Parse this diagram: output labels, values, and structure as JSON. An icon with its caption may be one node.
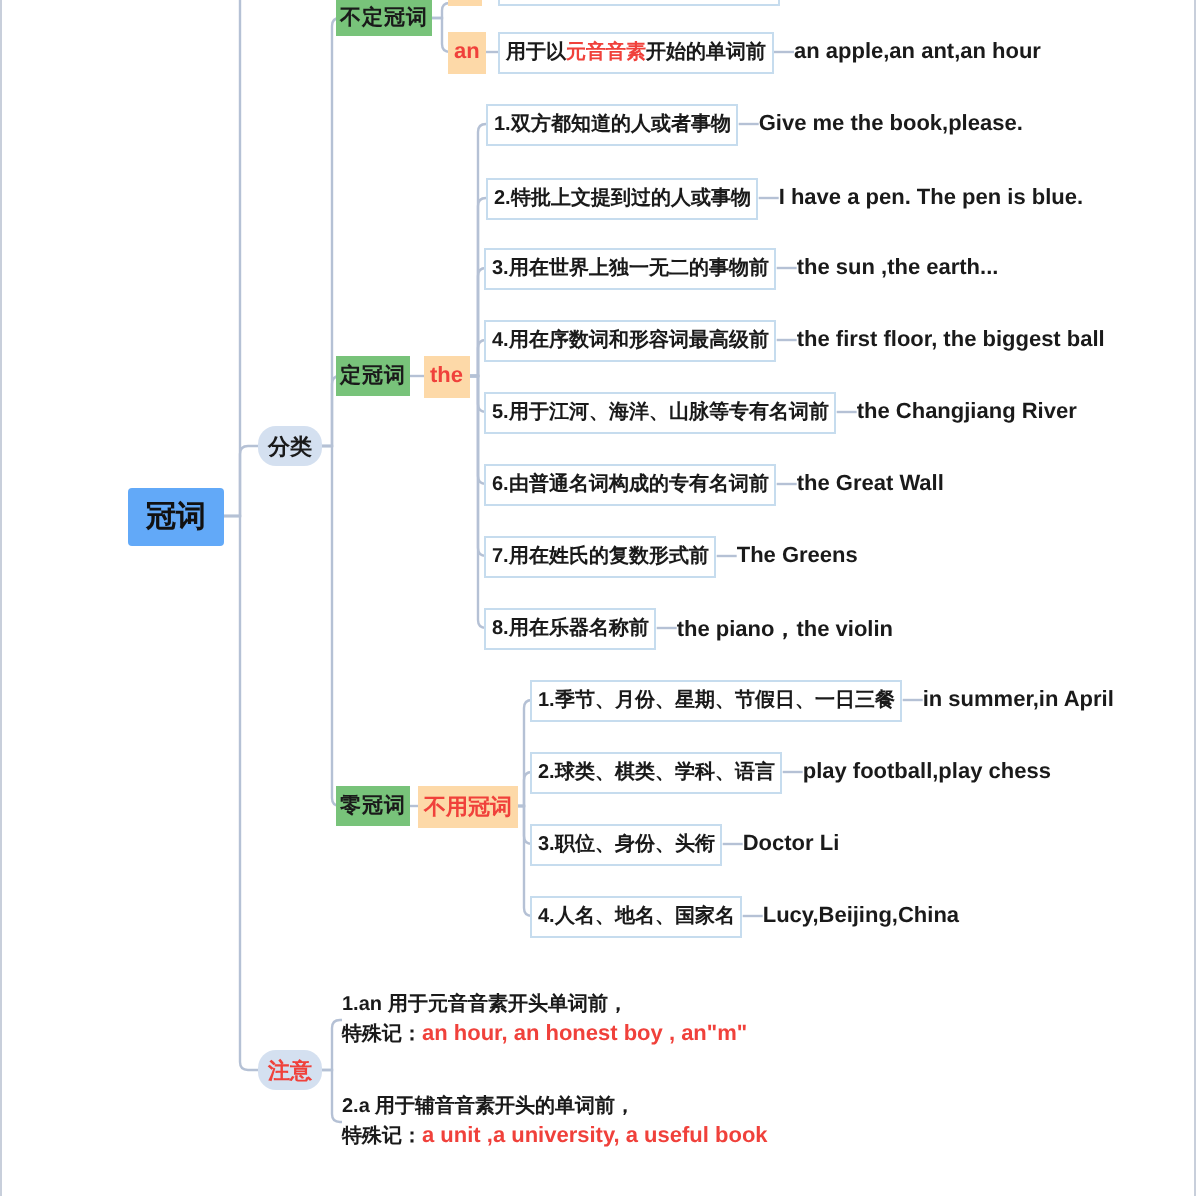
{
  "diagram": {
    "nodes": [
      {
        "text": [
          "冠词"
        ]
      },
      {
        "text": [
          "分类"
        ]
      },
      {
        "text": [
          "不定冠词"
        ]
      },
      {
        "text": [],
        "shape": "box"
      },
      {
        "text": [],
        "shape": "box"
      },
      {
        "text": [
          "an"
        ]
      },
      {
        "text": [
          "用于以",
          "元音音素",
          "开始的单词前"
        ]
      },
      {
        "text": [
          "an apple,an ant,an hour"
        ]
      },
      {
        "text": [
          "定冠词"
        ]
      },
      {
        "text": [
          "the"
        ]
      },
      {
        "text": [
          "1.双方都知道的人或者事物"
        ]
      },
      {
        "text": [
          "Give me the book,please."
        ]
      },
      {
        "text": [
          "2.特批上文提到过的人或事物"
        ]
      },
      {
        "text": [
          "I have a pen. The pen is blue."
        ]
      },
      {
        "text": [
          "3.用在世界上独一无二的事物前"
        ]
      },
      {
        "text": [
          "the sun ,the earth..."
        ]
      },
      {
        "text": [
          "4.用在序数词和形容词最高级前"
        ]
      },
      {
        "text": [
          "the first floor, the biggest ball"
        ]
      },
      {
        "text": [
          "5.用于江河、海洋、山脉等专有名词前"
        ]
      },
      {
        "text": [
          "the Changjiang River"
        ]
      },
      {
        "text": [
          "6.由普通名词构成的专有名词前"
        ]
      },
      {
        "text": [
          "the Great Wall"
        ]
      },
      {
        "text": [
          "7.用在姓氏的复数形式前"
        ]
      },
      {
        "text": [
          "The Greens"
        ]
      },
      {
        "text": [
          "8.用在乐器名称前"
        ]
      },
      {
        "text": [
          "the piano，the violin"
        ]
      },
      {
        "text": [
          "零冠词"
        ]
      },
      {
        "text": [
          "不用冠词"
        ]
      },
      {
        "text": [
          "1.季节、月份、星期、节假日、一日三餐"
        ]
      },
      {
        "text": [
          "in summer,in April"
        ]
      },
      {
        "text": [
          "2.球类、棋类、学科、语言"
        ]
      },
      {
        "text": [
          "play football,play chess"
        ]
      },
      {
        "text": [
          "3.职位、身份、头衔"
        ]
      },
      {
        "text": [
          "Doctor Li"
        ]
      },
      {
        "text": [
          "4.人名、地名、国家名"
        ]
      },
      {
        "text": [
          "Lucy,Beijing,China"
        ]
      },
      {
        "text": [
          "注意"
        ]
      },
      {
        "text": [
          "1.an 用于元音音素开头单词前，",
          "特殊记：",
          "an hour, an honest boy , an\"m\""
        ]
      },
      {
        "text": [
          "2.a 用于辅音音素开头的单词前，",
          "特殊记：",
          "a unit ,a university, a useful book"
        ]
      }
    ],
    "edges": [
      {
        "from": 0,
        "to": null,
        "arrow": "none"
      },
      {
        "from": 0,
        "to": 1,
        "arrow": "none"
      },
      {
        "from": 1,
        "to": 2,
        "arrow": "none"
      },
      {
        "from": 2,
        "to": 3,
        "arrow": "none"
      },
      {
        "from": 2,
        "to": 5,
        "arrow": "none"
      },
      {
        "from": 5,
        "to": 6,
        "arrow": "none"
      },
      {
        "from": 6,
        "to": 7,
        "arrow": "none"
      },
      {
        "from": 1,
        "to": 8,
        "arrow": "none"
      },
      {
        "from": 8,
        "to": 9,
        "arrow": "none"
      },
      {
        "from": 9,
        "to": 10,
        "arrow": "none"
      },
      {
        "from": 10,
        "to": 11,
        "arrow": "none"
      },
      {
        "from": 9,
        "to": 12,
        "arrow": "none"
      },
      {
        "from": 12,
        "to": 13,
        "arrow": "none"
      },
      {
        "from": 9,
        "to": 14,
        "arrow": "none"
      },
      {
        "from": 14,
        "to": 15,
        "arrow": "none"
      },
      {
        "from": 9,
        "to": 16,
        "arrow": "none"
      },
      {
        "from": 16,
        "to": 17,
        "arrow": "none"
      },
      {
        "from": 9,
        "to": 18,
        "arrow": "none"
      },
      {
        "from": 18,
        "to": 19,
        "arrow": "none"
      },
      {
        "from": 9,
        "to": 20,
        "arrow": "none"
      },
      {
        "from": 20,
        "to": 21,
        "arrow": "none"
      },
      {
        "from": 9,
        "to": 22,
        "arrow": "none"
      },
      {
        "from": 22,
        "to": 23,
        "arrow": "none"
      },
      {
        "from": 9,
        "to": 24,
        "arrow": "none"
      },
      {
        "from": 24,
        "to": 25,
        "arrow": "none"
      },
      {
        "from": 1,
        "to": 26,
        "arrow": "none"
      },
      {
        "from": 26,
        "to": 27,
        "arrow": "none"
      },
      {
        "from": 27,
        "to": 28,
        "arrow": "none"
      },
      {
        "from": 28,
        "to": 29,
        "arrow": "none"
      },
      {
        "from": 27,
        "to": 30,
        "arrow": "none"
      },
      {
        "from": 30,
        "to": 31,
        "arrow": "none"
      },
      {
        "from": 27,
        "to": 32,
        "arrow": "none"
      },
      {
        "from": 32,
        "to": 33,
        "arrow": "none"
      },
      {
        "from": 27,
        "to": 34,
        "arrow": "none"
      },
      {
        "from": 34,
        "to": 35,
        "arrow": "none"
      },
      {
        "from": 0,
        "to": 36,
        "arrow": "none"
      },
      {
        "from": 36,
        "to": 37,
        "arrow": "none"
      },
      {
        "from": 36,
        "to": 38,
        "arrow": "none"
      }
    ]
  }
}
